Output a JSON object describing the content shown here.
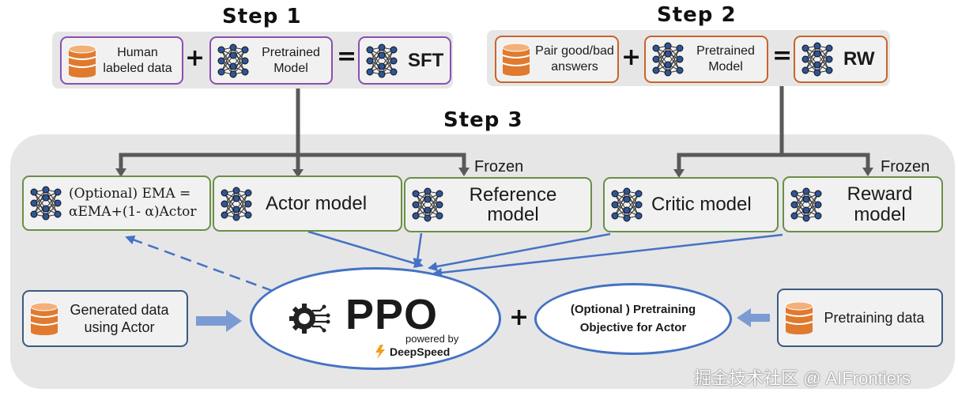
{
  "step1": {
    "title": "Step 1",
    "input_label": "Human labeled data",
    "model_label": "Pretrained Model",
    "plus": "+",
    "equals": "=",
    "result_label": "SFT"
  },
  "step2": {
    "title": "Step 2",
    "input_label": "Pair good/bad answers",
    "model_label": "Pretrained Model",
    "plus": "+",
    "equals": "=",
    "result_label": "RW"
  },
  "step3": {
    "title": "Step 3",
    "frozen_left": "Frozen",
    "frozen_right": "Frozen",
    "ema_line1": "(Optional) EMA =",
    "ema_line2": "αEMA+(1- α)Actor",
    "actor_label": "Actor model",
    "reference_label": "Reference model",
    "critic_label": "Critic model",
    "reward_label": "Reward model",
    "generated_label": "Generated data using Actor",
    "ppo_label": "PPO",
    "powered_by": "powered by",
    "deepspeed": "DeepSpeed",
    "plus": "+",
    "objective_label": "(Optional ) Pretraining Objective for Actor",
    "pretraining_data_label": "Pretraining data"
  },
  "watermark": "掘金技术社区 @ AIFrontiers",
  "colors": {
    "purple_border": "#8a4fb0",
    "orange_border": "#c8642a",
    "green_border": "#6a8f45",
    "navy_border": "#3c5a80",
    "arrow_blue": "#4472c4",
    "arrow_gray": "#595959",
    "db_orange": "#e07a2e",
    "panel_gray": "#e6e6e6"
  },
  "icons": [
    "database-icon",
    "neural-network-icon",
    "gear-circuit-icon",
    "deepspeed-logo"
  ]
}
